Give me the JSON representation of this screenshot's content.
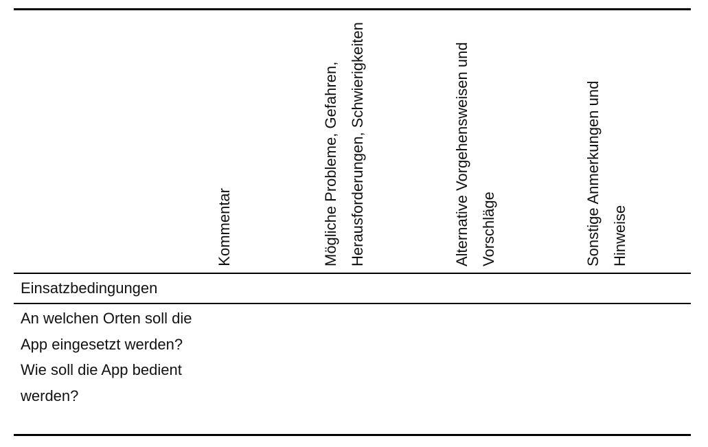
{
  "table": {
    "headers": {
      "kommentar": "Kommentar",
      "probleme": "Mögliche Probleme, Gefahren, Herausforderungen, Schwierigkeiten",
      "alternative": "Alternative Vorgehensweisen und Vorschläge",
      "sonstige": "Sonstige Anmerkungen und Hinweise"
    },
    "section": {
      "label": "Einsatzbedingungen"
    },
    "rows": [
      {
        "question": "An welchen Orten soll die App eingesetzt werden?"
      },
      {
        "question": "Wie soll die App bedient werden?"
      }
    ]
  }
}
